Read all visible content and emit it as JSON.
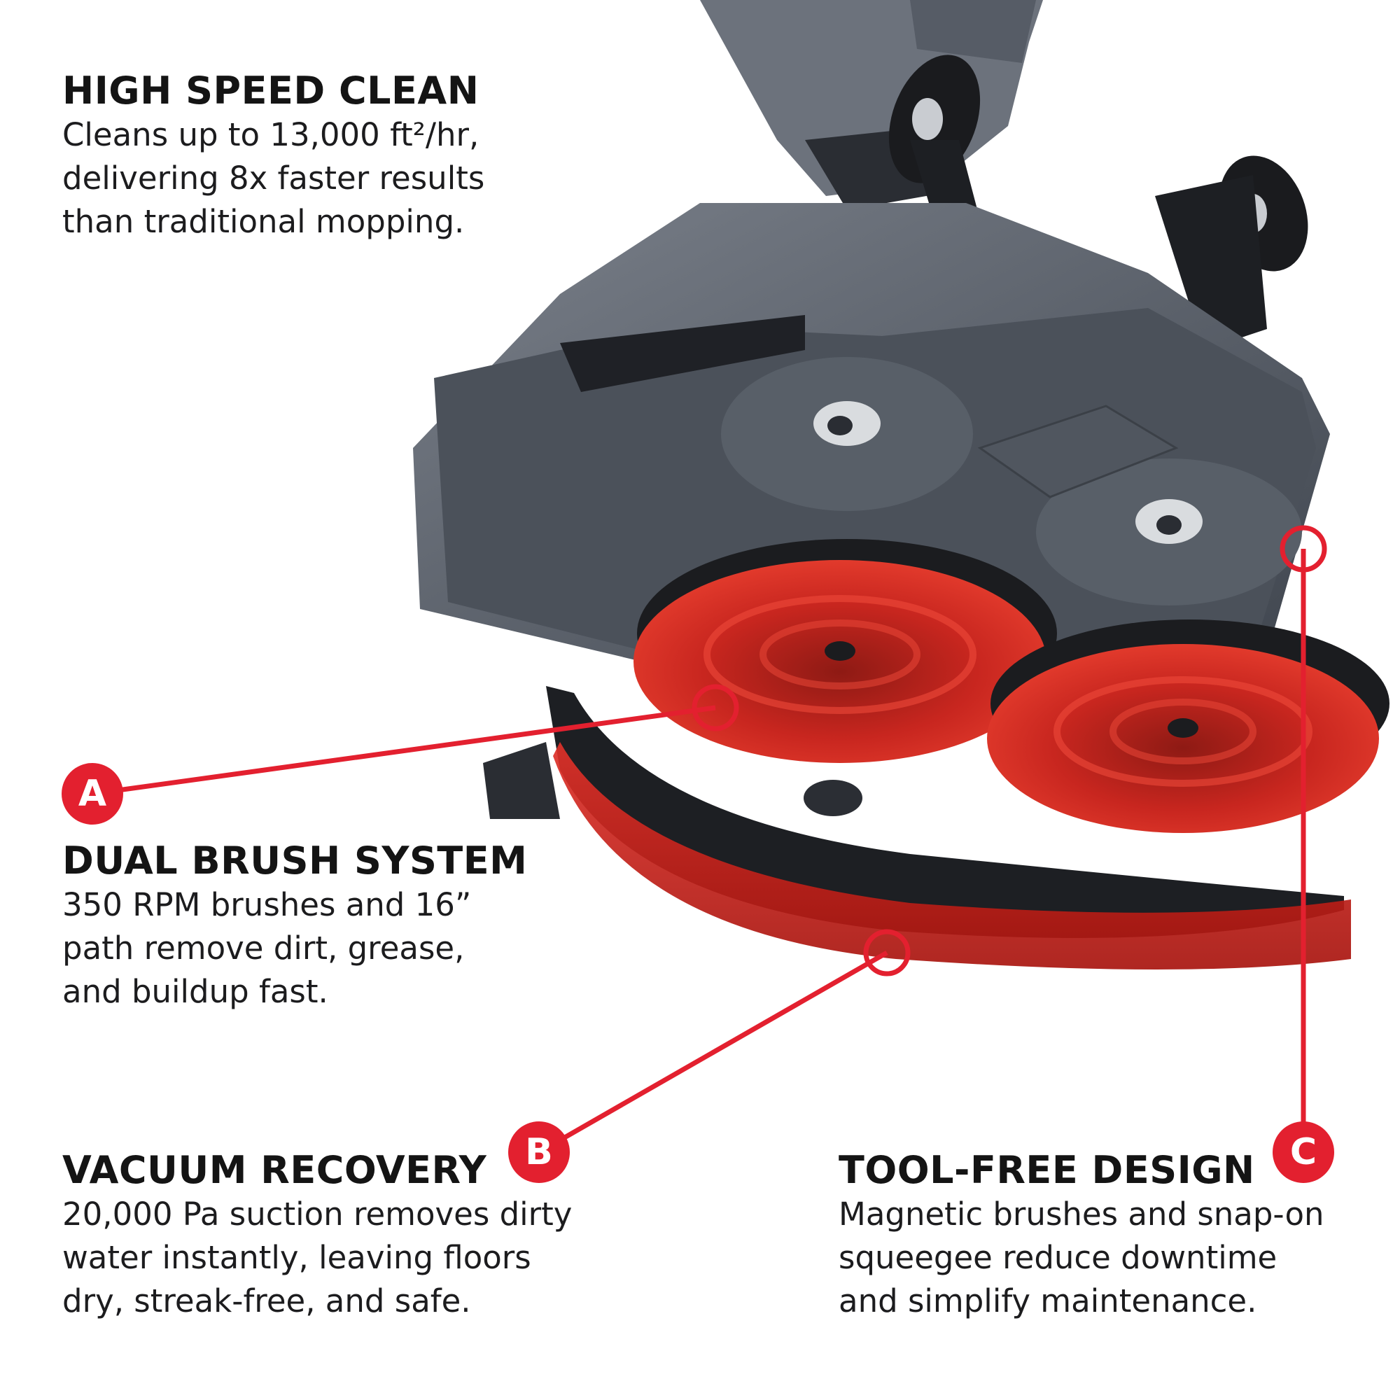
{
  "colors": {
    "accent": "#e3202f",
    "brush_red": "#d42a24",
    "body_grey": "#5b626c",
    "dark": "#1e2024",
    "text": "#1c1c1e"
  },
  "features": {
    "high_speed": {
      "title": "HIGH SPEED CLEAN",
      "lines": [
        "Cleans up to 13,000 ft²/hr,",
        "delivering 8x faster results",
        "than traditional mopping."
      ]
    },
    "dual_brush": {
      "badge": "A",
      "title": "DUAL BRUSH SYSTEM",
      "lines": [
        "350 RPM brushes and 16”",
        "path remove dirt, grease,",
        "and buildup fast."
      ]
    },
    "vacuum": {
      "badge": "B",
      "title": "VACUUM RECOVERY",
      "lines": [
        "20,000 Pa suction removes dirty",
        "water instantly, leaving floors",
        "dry, streak-free, and safe."
      ]
    },
    "tool_free": {
      "badge": "C",
      "title": "TOOL-FREE DESIGN",
      "lines": [
        "Magnetic brushes and snap-on",
        "squeegee reduce downtime",
        "and simplify maintenance."
      ]
    }
  }
}
